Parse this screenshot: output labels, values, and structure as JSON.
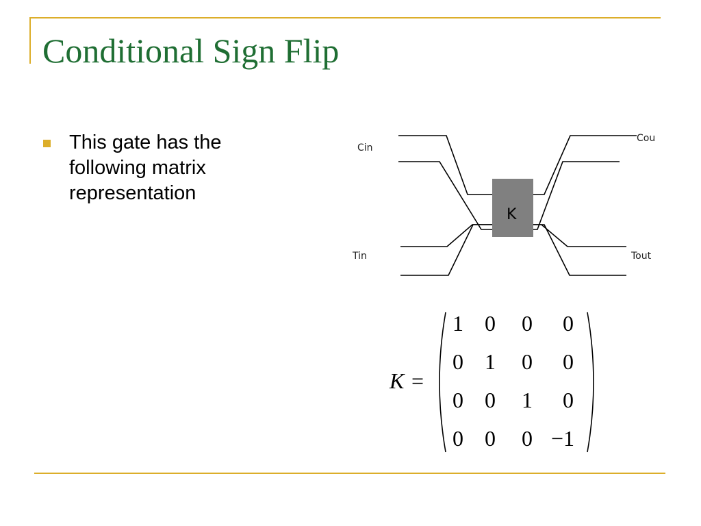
{
  "slide": {
    "title": "Conditional Sign Flip",
    "bullets": [
      {
        "text": "This gate has the following matrix representation"
      }
    ],
    "colors": {
      "accent": "#dcae2a",
      "title": "#1f6e33",
      "gate_fill": "#808080"
    }
  },
  "circuit": {
    "labels": {
      "control_in": "Cin",
      "control_out": "Cou",
      "target_in": "Tin",
      "target_out": "Tout"
    },
    "gate_label": "K"
  },
  "matrix": {
    "lhs": "K",
    "equals": "=",
    "rows": [
      [
        "1",
        "0",
        "0",
        "0"
      ],
      [
        "0",
        "1",
        "0",
        "0"
      ],
      [
        "0",
        "0",
        "1",
        "0"
      ],
      [
        "0",
        "0",
        "0",
        "−1"
      ]
    ]
  }
}
